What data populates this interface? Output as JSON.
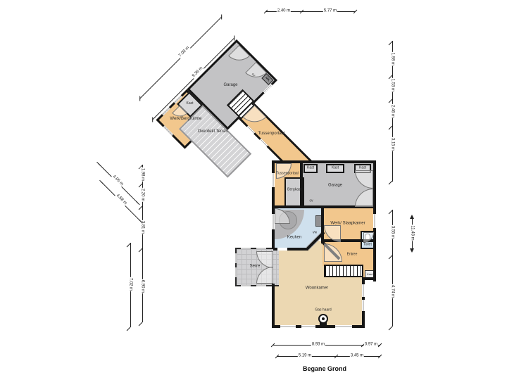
{
  "plan_title": "Begane Grond",
  "colors": {
    "wall": "#161616",
    "room_orange": "#f2c78d",
    "room_beige": "#ecd8b2",
    "room_blue": "#cfe0ed",
    "room_gray": "#c3c3c5",
    "terrace_gray": "#d4d4d6"
  },
  "rooms": {
    "wing_garage": "Garage",
    "wing_kast": "Kast",
    "werk_bergruimte": "Werk/Bergruimte",
    "overdekt_terras": "Overdekt Terras",
    "corridor": "Tussenportaal",
    "tussenportaal": "Tussenportaal",
    "bergkast": "Bergkast",
    "garage": "Garage",
    "closets": [
      "Kast",
      "Kast",
      "Kast"
    ],
    "werk_slaapkamer": "Werk/ Slaapkamer",
    "keuken": "Keuken",
    "toilet": "Toilet",
    "entree": "Entree",
    "entree_kast": "Kast",
    "woonkamer": "Woonkamer",
    "serre": "Serre"
  },
  "fixtures": {
    "gas_haard": "Gas haard",
    "mk": "MK",
    "cv": "cv",
    "vw": "vw"
  },
  "dimensions": {
    "top": [
      "2.40 m",
      "5.77 m"
    ],
    "right_upper": [
      "1.98 m",
      "1.53 m",
      "2.46 m",
      "3.15 m"
    ],
    "right_lower": [
      "3.55 m",
      "4.74 m"
    ],
    "right_total": "11.48 m",
    "left_vertical": [
      "1.98 m",
      "2.20 m",
      "3.81 m",
      "6.90 m"
    ],
    "left_vertical_2": "7.02 m",
    "diagonal_upper": [
      "7.08 m",
      "9.36 m"
    ],
    "diagonal_lower": [
      "4.05 m",
      "4.68 m"
    ],
    "bottom_first": [
      "8.93 m",
      "0.97 m"
    ],
    "bottom_second": [
      "5.19 m",
      "3.45 m"
    ]
  }
}
